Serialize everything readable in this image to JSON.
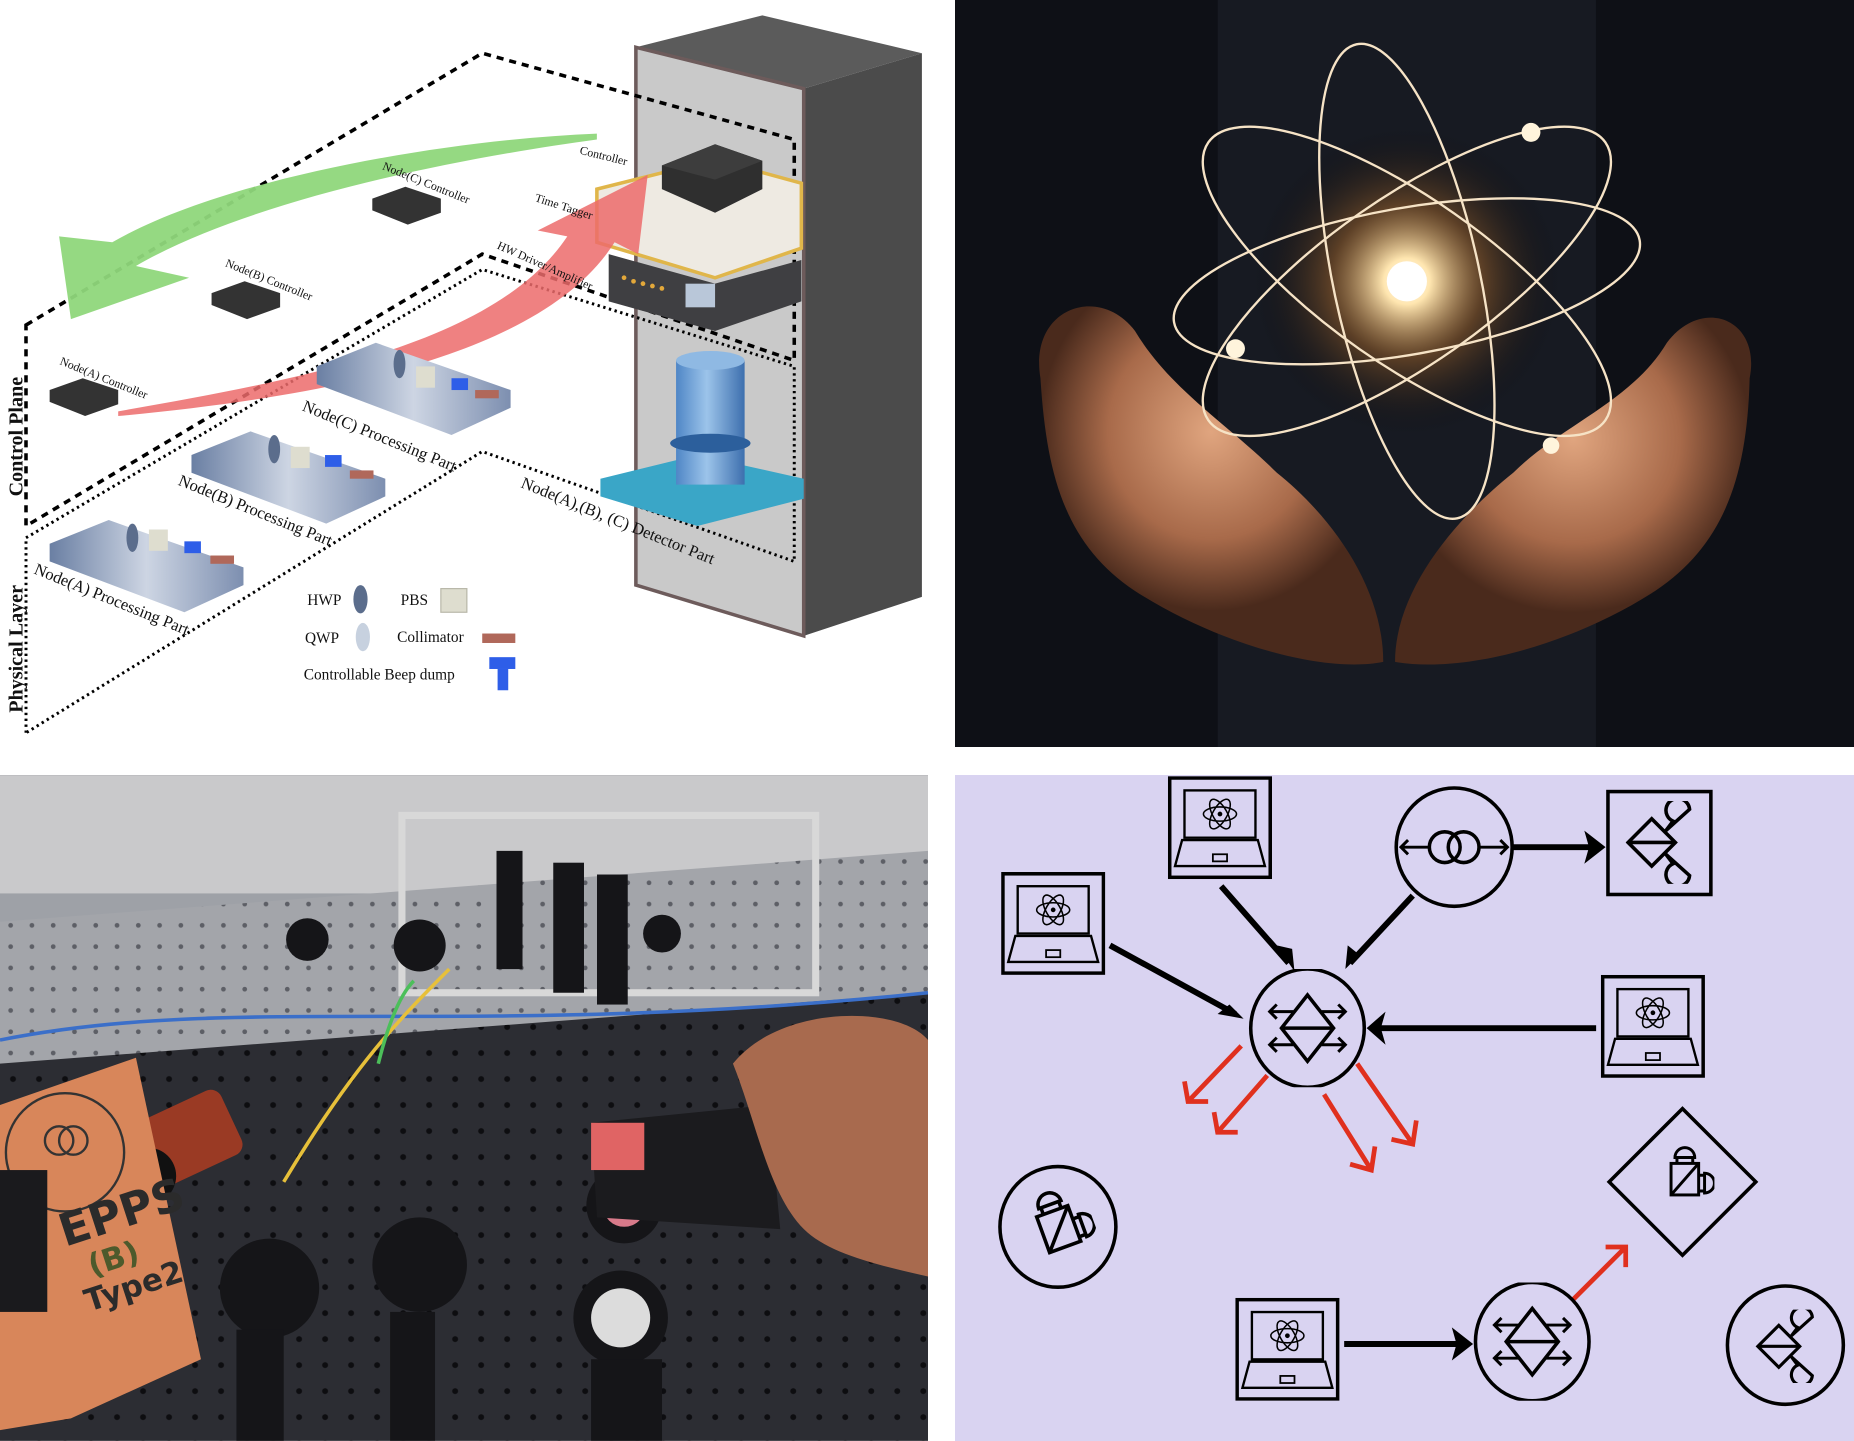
{
  "architecture_diagram": {
    "layers": {
      "control": "Control Plane",
      "physical": "Physical Layer"
    },
    "rack_labels": {
      "controller": "Controller",
      "time_tagger": "Time Tagger",
      "hw_driver": "HW Driver/Amplifier"
    },
    "node_controllers": [
      "Node(A) Controller",
      "Node(B) Controller",
      "Node(C) Controller"
    ],
    "processing_parts": [
      "Node(A) Processing Part",
      "Node(B) Processing Part",
      "Node(C) Processing Part"
    ],
    "detector_part": "Node(A),(B), (C) Detector Part",
    "legend": {
      "hwp": "HWP",
      "pbs": "PBS",
      "qwp": "QWP",
      "collimator": "Collimator",
      "beam_dump": "Controllable Beep dump"
    },
    "colors": {
      "control_arrow": "#8fd77b",
      "data_arrow": "#ec6b6b",
      "rack_front": "#c9c9c9",
      "rack_side": "#4b4b4b"
    }
  },
  "lab_photo": {
    "sign": {
      "title": "EPPS",
      "node": "(B)",
      "type": "Type2"
    },
    "colors": {
      "sign": "#d8865a"
    }
  },
  "network_diagram": {
    "colors": {
      "background": "#d9d3f1",
      "link": "#000000",
      "output_link": "#e0301e"
    }
  }
}
